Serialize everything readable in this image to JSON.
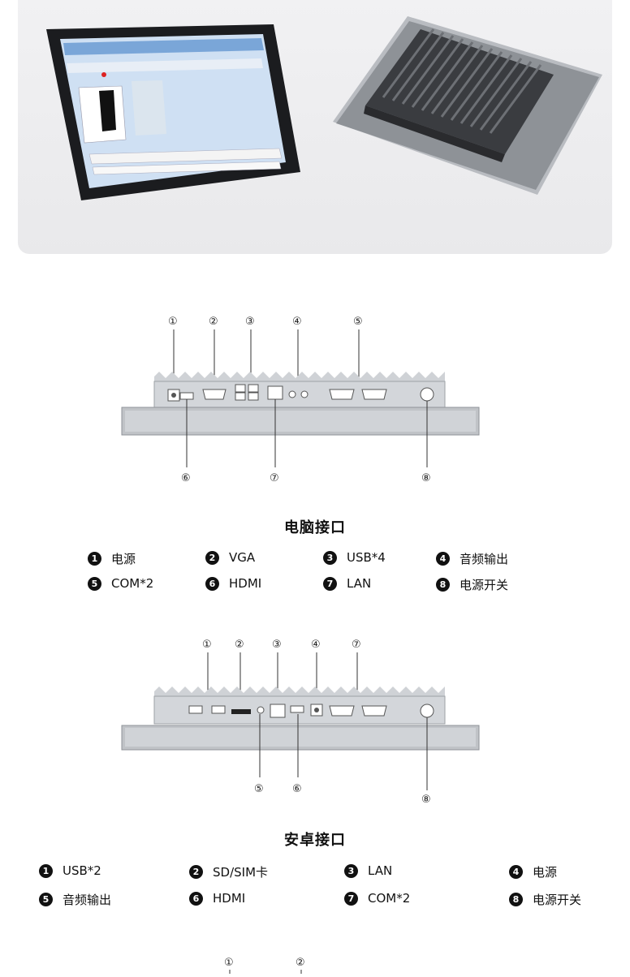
{
  "computer_section": {
    "title": "电脑接口",
    "callouts": [
      "①",
      "②",
      "③",
      "④",
      "⑤",
      "⑥",
      "⑦",
      "⑧"
    ],
    "legend": [
      {
        "num": "1",
        "label": "电源"
      },
      {
        "num": "2",
        "label": "VGA"
      },
      {
        "num": "3",
        "label": "USB*4"
      },
      {
        "num": "4",
        "label": "音频输出"
      },
      {
        "num": "5",
        "label": "COM*2"
      },
      {
        "num": "6",
        "label": "HDMI"
      },
      {
        "num": "7",
        "label": "LAN"
      },
      {
        "num": "8",
        "label": "电源开关"
      }
    ]
  },
  "android_section": {
    "title": "安卓接口",
    "callouts": [
      "①",
      "②",
      "③",
      "④",
      "⑦",
      "⑤",
      "⑥",
      "⑧"
    ],
    "legend": [
      {
        "num": "1",
        "label": "USB*2"
      },
      {
        "num": "2",
        "label": "SD/SIM卡"
      },
      {
        "num": "3",
        "label": "LAN"
      },
      {
        "num": "4",
        "label": "电源"
      },
      {
        "num": "5",
        "label": "音频输出"
      },
      {
        "num": "6",
        "label": "HDMI"
      },
      {
        "num": "7",
        "label": "COM*2"
      },
      {
        "num": "8",
        "label": "电源开关"
      }
    ]
  },
  "next_section": {
    "callouts": [
      "①",
      "②"
    ]
  }
}
